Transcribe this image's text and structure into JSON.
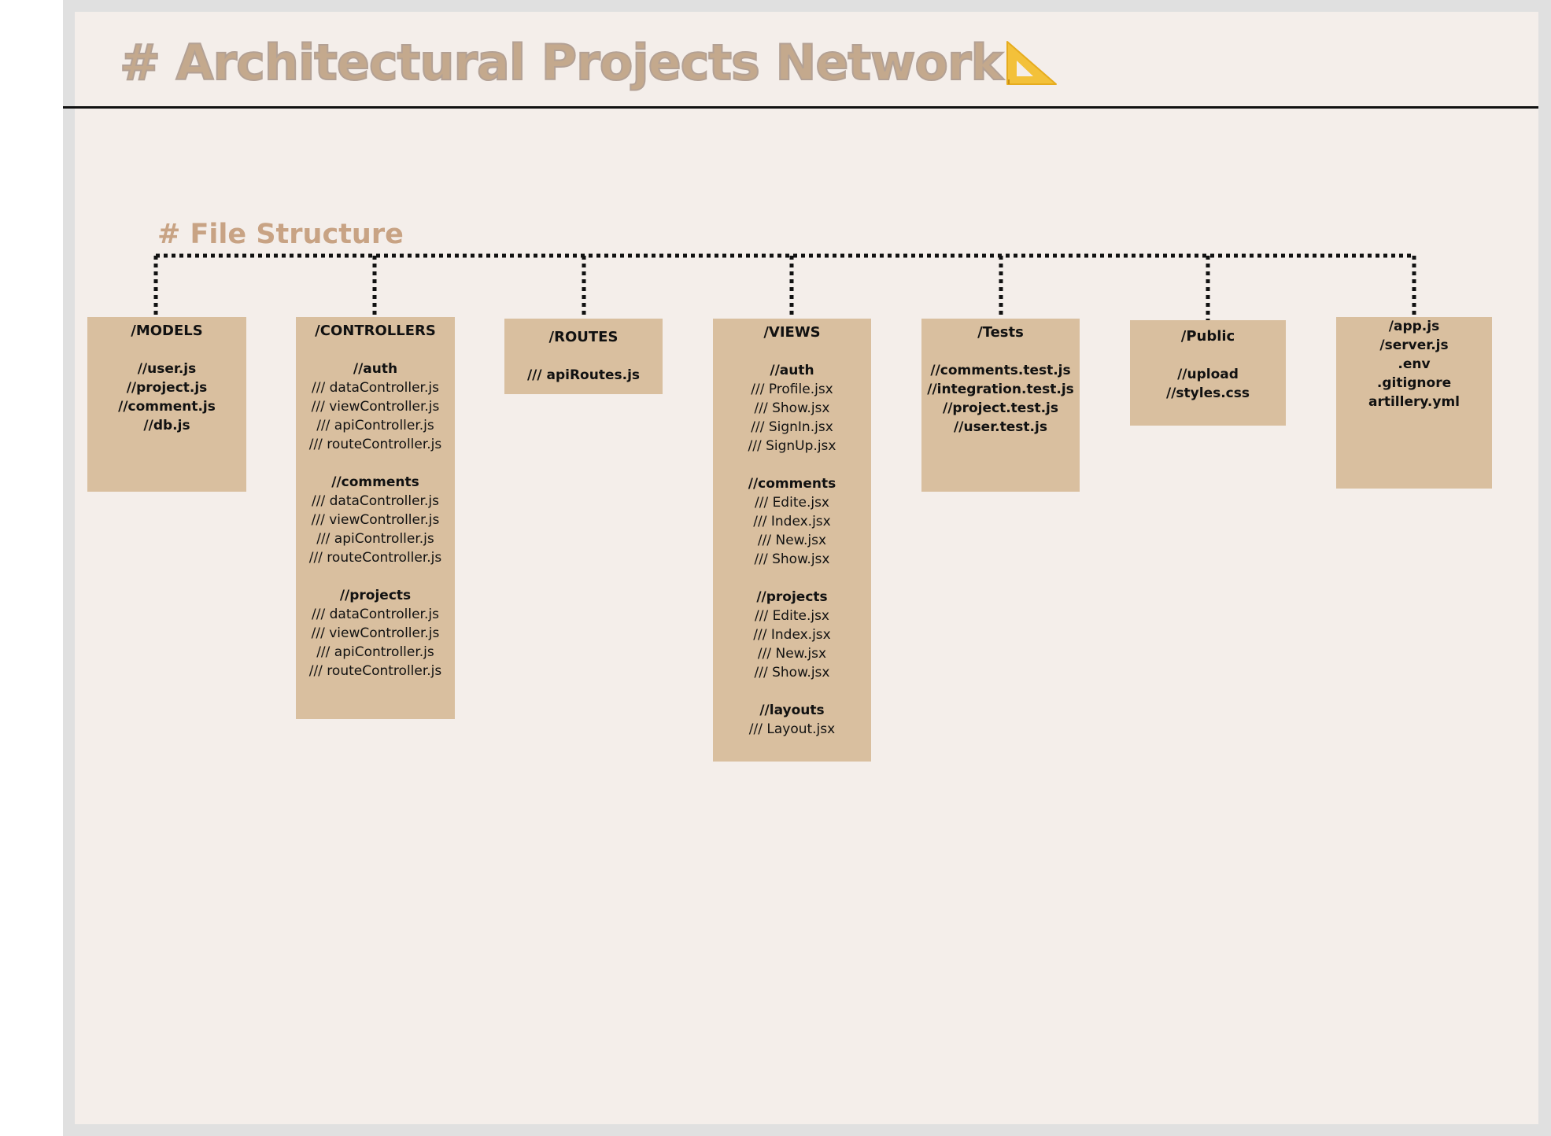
{
  "title": "# Architectural Projects Network",
  "section_title": "# File Structure",
  "colors": {
    "canvas_background": "#f4eeea",
    "outer_frame": "#e0e0e0",
    "box_fill": "#d9bf9f",
    "title_color": "#c4a98d",
    "section_title_color": "#c8a384",
    "connector_color": "#111111",
    "ruler_icon_color": "#f3c13a"
  },
  "icons": {
    "title_icon": "triangular-ruler-icon"
  },
  "folders": {
    "models": {
      "title": "/MODELS",
      "lines": [
        "//user.js",
        "//project.js",
        "//comment.js",
        "//db.js"
      ]
    },
    "controllers": {
      "title": "/CONTROLLERS",
      "auth_header": "//auth",
      "auth_files": [
        "/// dataController.js",
        "/// viewController.js",
        "/// apiController.js",
        "/// routeController.js"
      ],
      "comments_header": "//comments",
      "comments_files": [
        "/// dataController.js",
        "/// viewController.js",
        "/// apiController.js",
        "/// routeController.js"
      ],
      "projects_header": "//projects",
      "projects_files": [
        "/// dataController.js",
        "/// viewController.js",
        "/// apiController.js",
        "/// routeController.js"
      ]
    },
    "routes": {
      "title": "/ROUTES",
      "lines": [
        "/// apiRoutes.js"
      ]
    },
    "views": {
      "title": "/VIEWS",
      "auth_header": "//auth",
      "auth_files": [
        "/// Profile.jsx",
        "/// Show.jsx",
        "/// SignIn.jsx",
        "/// SignUp.jsx"
      ],
      "comments_header": "//comments",
      "comments_files": [
        "/// Edite.jsx",
        "/// Index.jsx",
        "/// New.jsx",
        "/// Show.jsx"
      ],
      "projects_header": "//projects",
      "projects_files": [
        "/// Edite.jsx",
        "/// Index.jsx",
        "/// New.jsx",
        "/// Show.jsx"
      ],
      "layouts_header": "//layouts",
      "layouts_files": [
        "/// Layout.jsx"
      ]
    },
    "tests": {
      "title": "/Tests",
      "lines": [
        "//comments.test.js",
        "//integration.test.js",
        "//project.test.js",
        "//user.test.js"
      ]
    },
    "public": {
      "title": "/Public",
      "lines": [
        "//upload",
        "//styles.css"
      ]
    },
    "root": {
      "lines": [
        "/app.js",
        "/server.js",
        ".env",
        ".gitignore",
        "artillery.yml"
      ]
    }
  }
}
